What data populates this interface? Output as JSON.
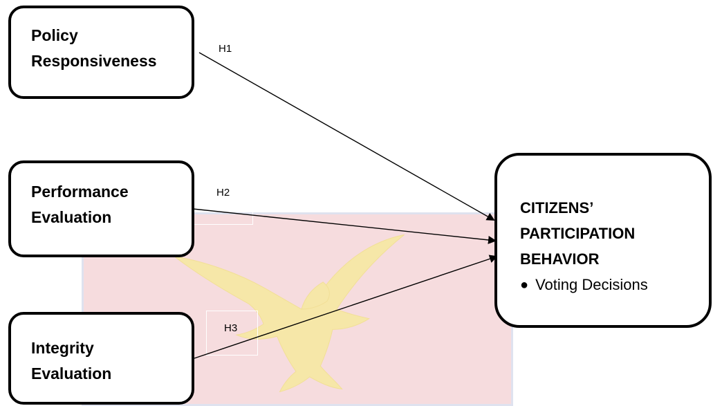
{
  "constructs": [
    {
      "lines": [
        "Policy",
        "Responsiveness"
      ]
    },
    {
      "lines": [
        "Performance",
        "Evaluation"
      ]
    },
    {
      "lines": [
        "Integrity",
        "Evaluation"
      ]
    }
  ],
  "outcome": {
    "lines": [
      "CITIZENS’",
      "PARTICIPATION",
      "BEHAVIOR"
    ],
    "bullet": "Voting Decisions"
  },
  "hypotheses": [
    "H1",
    "H2",
    "H3"
  ],
  "watermark": {
    "icon": "eagle-icon",
    "background": "#f6dcde",
    "eagle_color": "#f6e7a8"
  }
}
